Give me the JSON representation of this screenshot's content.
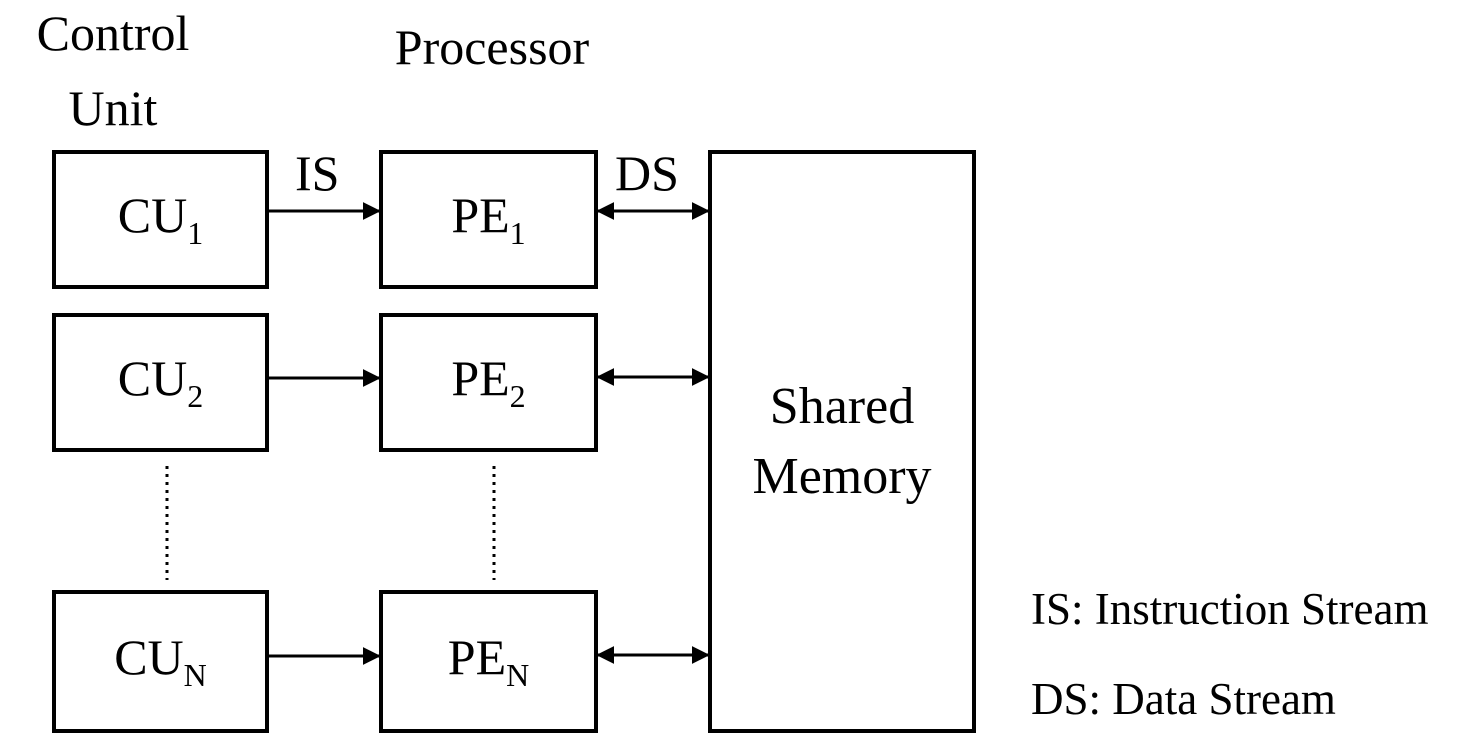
{
  "titles": {
    "control_unit_line1": "Control",
    "control_unit_line2": "Unit",
    "processor": "Processor"
  },
  "streams": {
    "is": "IS",
    "ds": "DS"
  },
  "control_units": [
    {
      "base": "CU",
      "sub": "1"
    },
    {
      "base": "CU",
      "sub": "2"
    },
    {
      "base": "CU",
      "sub": "N"
    }
  ],
  "processors": [
    {
      "base": "PE",
      "sub": "1"
    },
    {
      "base": "PE",
      "sub": "2"
    },
    {
      "base": "PE",
      "sub": "N"
    }
  ],
  "memory": {
    "line1": "Shared",
    "line2": "Memory"
  },
  "legend": {
    "is": "IS: Instruction Stream",
    "ds": "DS: Data Stream"
  },
  "colors": {
    "stroke": "#000000",
    "background": "#ffffff"
  }
}
